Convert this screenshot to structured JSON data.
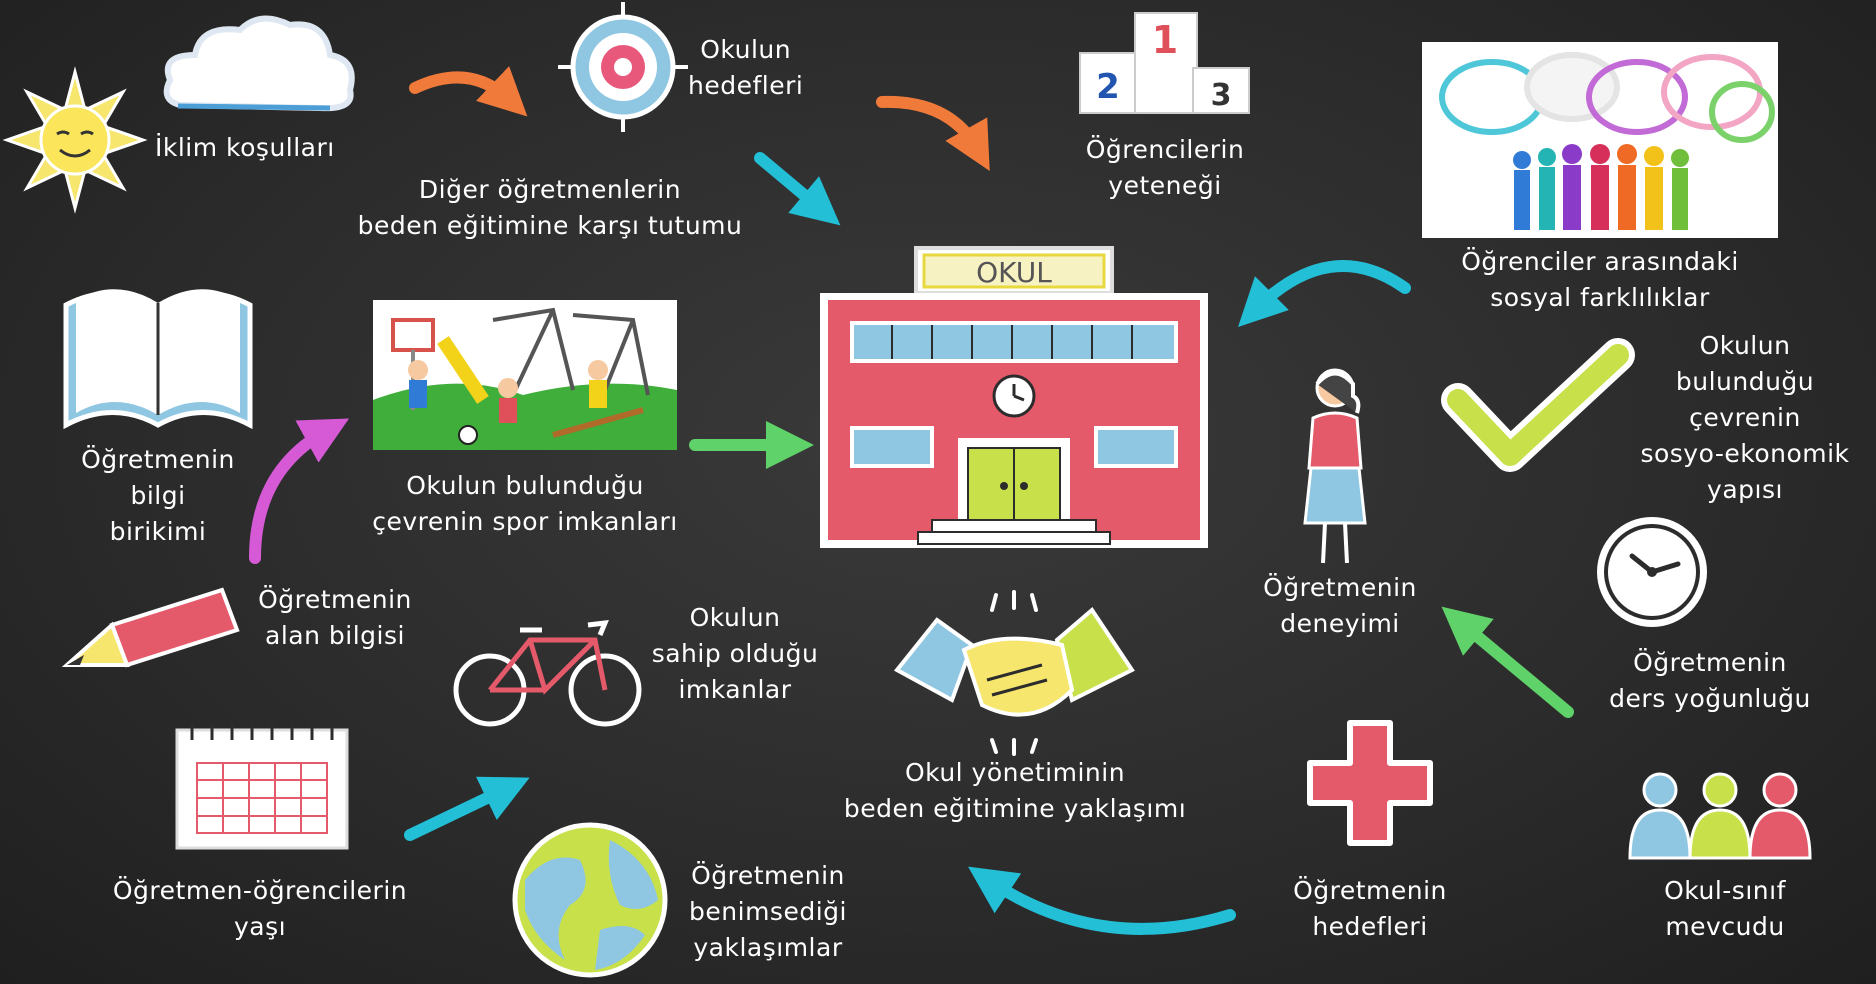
{
  "center": {
    "sign": "OKUL"
  },
  "labels": {
    "iklim": [
      "İklim koşulları"
    ],
    "okulun_hedefleri": [
      "Okulun",
      "hedefleri"
    ],
    "ogrenci_yetenegi": [
      "Öğrencilerin",
      "yeteneği"
    ],
    "diger_ogretmen": [
      "Diğer öğretmenlerin",
      "beden eğitimine karşı tutumu"
    ],
    "sosyal_farklilik": [
      "Öğrenciler arasındaki",
      "sosyal farklılıklar"
    ],
    "bilgi_birikimi": [
      "Öğretmenin",
      "bilgi",
      "birikimi"
    ],
    "spor_imkanlari": [
      "Okulun bulunduğu",
      "çevrenin spor imkanları"
    ],
    "sosyo_ekonomik": [
      "Okulun",
      "bulunduğu",
      "çevrenin",
      "sosyo-ekonomik",
      "yapısı"
    ],
    "alan_bilgisi": [
      "Öğretmenin",
      "alan bilgisi"
    ],
    "okul_imkanlari": [
      "Okulun",
      "sahip olduğu",
      "imkanlar"
    ],
    "deneyim": [
      "Öğretmenin",
      "deneyimi"
    ],
    "ders_yogunlugu": [
      "Öğretmenin",
      "ders yoğunluğu"
    ],
    "yonetim": [
      "Okul yönetiminin",
      "beden eğitimine yaklaşımı"
    ],
    "yas": [
      "Öğretmen-öğrencilerin",
      "yaşı"
    ],
    "yaklasimlar": [
      "Öğretmenin",
      "benimsediği",
      "yaklaşımlar"
    ],
    "ogretmen_hedefleri": [
      "Öğretmenin",
      "hedefleri"
    ],
    "sinif_mevcudu": [
      "Okul-sınıf",
      "mevcudu"
    ]
  },
  "podium_numbers": [
    "1",
    "2",
    "3"
  ],
  "colors": {
    "orange": "#f07a3a",
    "cyan": "#22bfd6",
    "green": "#5fd36a",
    "magenta": "#d65ad6",
    "school_red": "#e55a6a",
    "lime": "#c8e04a",
    "chalk": "#ffffff",
    "board": "#2c2c2c"
  },
  "icons": [
    "sun-icon",
    "cloud-icon",
    "target-icon",
    "podium-icon",
    "speech-crowd-image",
    "book-icon",
    "playground-image",
    "school-building-icon",
    "checkmark-icon",
    "teacher-woman-icon",
    "pencil-icon",
    "bicycle-icon",
    "handshake-icon",
    "clock-icon",
    "calendar-icon",
    "globe-icon",
    "medical-cross-icon",
    "people-group-icon"
  ]
}
